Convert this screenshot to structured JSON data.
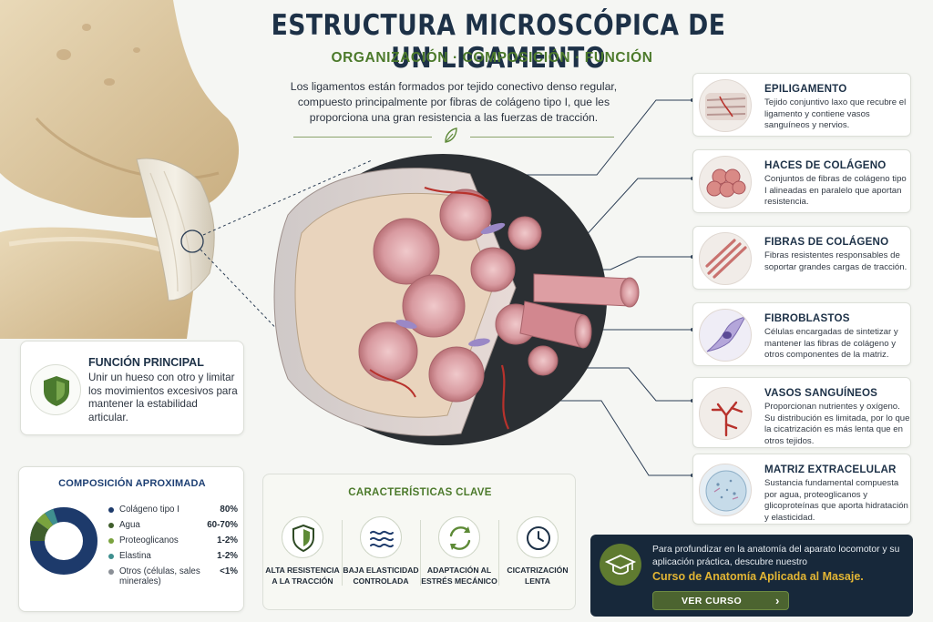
{
  "header": {
    "title": "ESTRUCTURA MICROSCÓPICA DE UN LIGAMENTO",
    "subtitle": "ORGANIZACIÓN · COMPOSICIÓN · FUNCIÓN",
    "intro": "Los ligamentos están formados por tejido conectivo denso regular, compuesto principalmente por fibras de colágeno tipo I, que les proporciona una gran resistencia a las fuerzas de tracción."
  },
  "structures": [
    {
      "title": "EPILIGAMENTO",
      "desc": "Tejido conjuntivo laxo que recubre el ligamento y contiene vasos sanguíneos y nervios.",
      "icon": "epiligament-icon"
    },
    {
      "title": "HACES DE COLÁGENO",
      "desc": "Conjuntos de fibras de colágeno tipo I alineadas en paralelo que aportan resistencia.",
      "icon": "collagen-bundles-icon"
    },
    {
      "title": "FIBRAS DE COLÁGENO",
      "desc": "Fibras resistentes responsables de soportar grandes cargas de tracción.",
      "icon": "collagen-fibers-icon"
    },
    {
      "title": "FIBROBLASTOS",
      "desc": "Células encargadas de sintetizar y mantener las fibras de colágeno y otros componentes de la matriz.",
      "icon": "fibroblast-icon"
    },
    {
      "title": "VASOS SANGUÍNEOS",
      "desc": "Proporcionan nutrientes y oxígeno. Su distribución es limitada, por lo que la cicatrización es más lenta que en otros tejidos.",
      "icon": "blood-vessel-icon"
    },
    {
      "title": "MATRIZ EXTRACELULAR",
      "desc": "Sustancia fundamental compuesta por agua, proteoglicanos y glicoproteínas que aporta hidratación y elasticidad.",
      "icon": "matrix-icon"
    }
  ],
  "function": {
    "title": "FUNCIÓN PRINCIPAL",
    "text": "Unir un hueso con otro y limitar los movimientos excesivos para mantener la estabilidad articular."
  },
  "composition": {
    "title": "COMPOSICIÓN APROXIMADA",
    "items": [
      {
        "name": "Colágeno tipo I",
        "value": "80%",
        "color": "#1d3a6b"
      },
      {
        "name": "Agua",
        "value": "60-70%",
        "color": "#3f5e2c"
      },
      {
        "name": "Proteoglicanos",
        "value": "1-2%",
        "color": "#7aa33e"
      },
      {
        "name": "Elastina",
        "value": "1-2%",
        "color": "#3f8f8f"
      },
      {
        "name": "Otros (células, sales minerales)",
        "value": "<1%",
        "color": "#8a8f96"
      }
    ]
  },
  "features": {
    "title": "CARACTERÍSTICAS CLAVE",
    "items": [
      {
        "label": "ALTA RESISTENCIA A LA TRACCIÓN",
        "icon": "shield-icon"
      },
      {
        "label": "BAJA ELASTICIDAD CONTROLADA",
        "icon": "waves-icon"
      },
      {
        "label": "ADAPTACIÓN AL ESTRÉS MECÁNICO",
        "icon": "cycle-icon"
      },
      {
        "label": "CICATRIZACIÓN LENTA",
        "icon": "clock-icon"
      }
    ]
  },
  "banner": {
    "text": "Para profundizar en la anatomía del aparato locomotor y su aplicación práctica, descubre nuestro",
    "course": "Curso de Anatomía Aplicada al Masaje.",
    "button": "VER CURSO"
  },
  "colors": {
    "navy": "#1d3147",
    "green": "#4c7a2b",
    "gold": "#e2b534",
    "banner": "#17283a"
  }
}
